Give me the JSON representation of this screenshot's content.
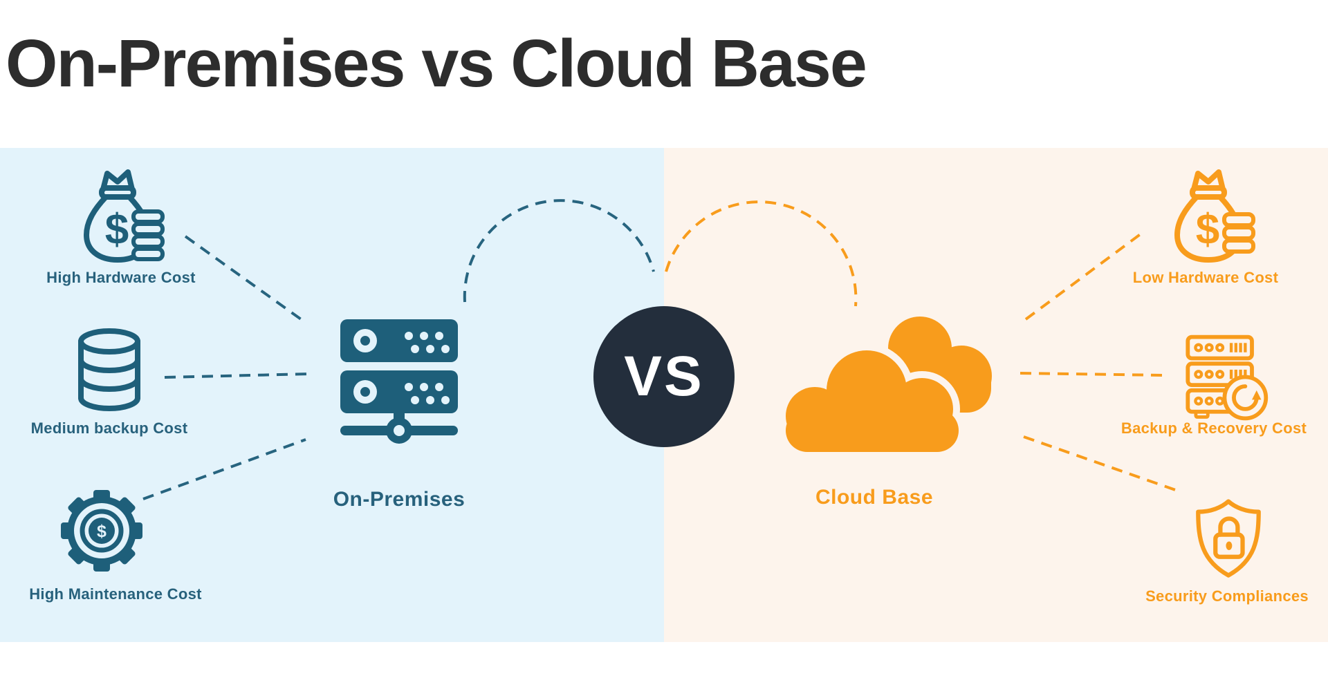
{
  "title": "On-Premises vs Cloud Base",
  "title_color": "#2D2D2D",
  "vs_label": "VS",
  "vs_badge": {
    "background": "#232E3C",
    "text_color": "#FFFFFF"
  },
  "glyphs": {
    "dollar": "$"
  },
  "left_panel": {
    "background": "#E3F3FB",
    "accent": "#1E5F7A",
    "center_label": "On-Premises",
    "center_icon": "server-icon",
    "items": [
      {
        "label": "High Hardware Cost",
        "icon": "money-bag-coins-icon"
      },
      {
        "label": "Medium backup Cost",
        "icon": "database-icon"
      },
      {
        "label": "High Maintenance Cost",
        "icon": "gear-dollar-icon"
      }
    ]
  },
  "right_panel": {
    "background": "#FDF4EC",
    "accent": "#F89C1C",
    "center_label": "Cloud Base",
    "center_icon": "cloud-icon",
    "items": [
      {
        "label": "Low Hardware Cost",
        "icon": "money-bag-coins-icon"
      },
      {
        "label": "Backup & Recovery Cost",
        "icon": "server-recovery-icon"
      },
      {
        "label": "Security Compliances",
        "icon": "shield-lock-icon"
      }
    ]
  }
}
